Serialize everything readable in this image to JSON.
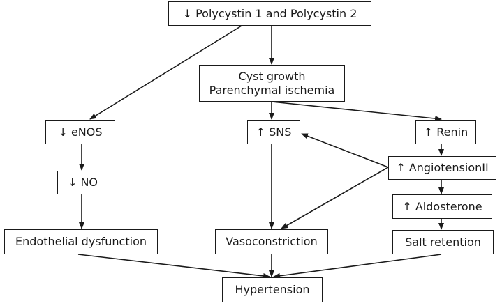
{
  "nodes": {
    "polycystin": "↓ Polycystin 1 and Polycystin 2",
    "cyst_growth": [
      "Cyst growth",
      "Parenchymal ischemia"
    ],
    "enos": "↓ eNOS",
    "no": "↓ NO",
    "endothelial": "Endothelial dysfunction",
    "sns": "↑ SNS",
    "vasoconstriction": "Vasoconstriction",
    "renin": "↑ Renin",
    "angiotensin": "↑ AngiotensionII",
    "aldosterone": "↑ Aldosterone",
    "salt": "Salt retention",
    "hypertension": "Hypertension"
  },
  "edges": [
    {
      "from": "polycystin",
      "to": "cyst_growth"
    },
    {
      "from": "polycystin",
      "to": "enos"
    },
    {
      "from": "cyst_growth",
      "to": "sns"
    },
    {
      "from": "cyst_growth",
      "to": "renin"
    },
    {
      "from": "enos",
      "to": "no"
    },
    {
      "from": "no",
      "to": "endothelial"
    },
    {
      "from": "sns",
      "to": "vasoconstriction"
    },
    {
      "from": "renin",
      "to": "angiotensin"
    },
    {
      "from": "angiotensin",
      "to": "sns"
    },
    {
      "from": "angiotensin",
      "to": "vasoconstriction"
    },
    {
      "from": "angiotensin",
      "to": "aldosterone"
    },
    {
      "from": "aldosterone",
      "to": "salt"
    },
    {
      "from": "endothelial",
      "to": "hypertension"
    },
    {
      "from": "vasoconstriction",
      "to": "hypertension"
    },
    {
      "from": "salt",
      "to": "hypertension"
    }
  ],
  "colors": {
    "line": "#1a1a1a",
    "box_border": "#1a1a1a",
    "background": "#ffffff"
  }
}
